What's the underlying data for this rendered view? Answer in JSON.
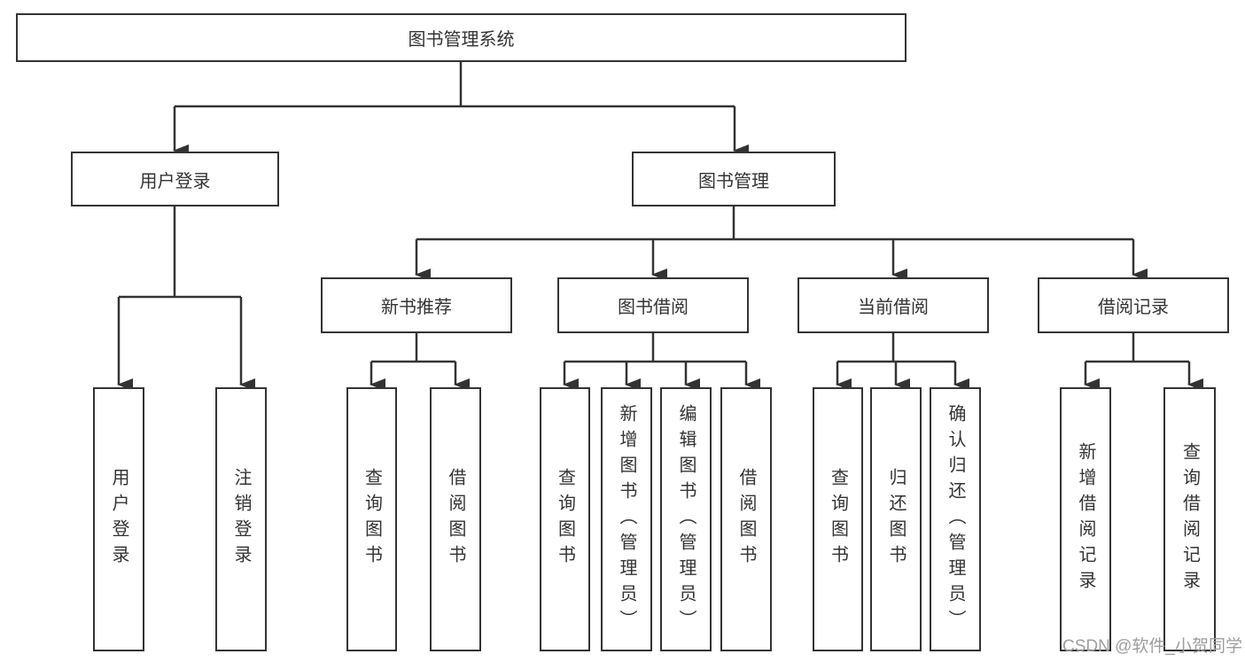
{
  "nodes": {
    "root": "图书管理系统",
    "level2": [
      "用户登录",
      "图书管理"
    ],
    "level3": [
      "新书推荐",
      "图书借阅",
      "当前借阅",
      "借阅记录"
    ],
    "leaves": [
      "用户登录",
      "注销登录",
      "查询图书",
      "借阅图书",
      "查询图书",
      "新增图书（管理员）",
      "编辑图书（管理员）",
      "借阅图书",
      "查询图书",
      "归还图书",
      "确认归还（管理员）",
      "新增借阅记录",
      "查询借阅记录"
    ]
  },
  "watermark": "CSDN @软件_小贺同学",
  "colors": {
    "line": "#333333",
    "text": "#333333",
    "watermark": "#9e9e9e",
    "background": "#ffffff"
  }
}
